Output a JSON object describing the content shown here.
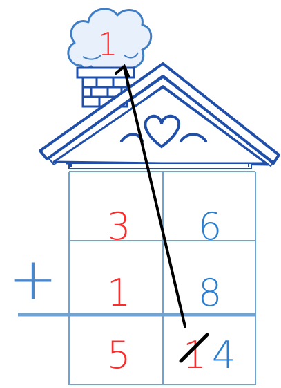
{
  "carry": "1",
  "tens_column": {
    "top": "3",
    "bottom": "1",
    "result": "5"
  },
  "ones_column": {
    "top": "6",
    "bottom": "8",
    "crossed_result": "1",
    "result": "4"
  },
  "operator": "+",
  "colors": {
    "outline_blue": "#1f4fa8",
    "grid_blue": "#6fa3d4",
    "tens_red": "#ff2a2a",
    "ones_blue": "#2b7fd1",
    "operator_blue": "#4a86c8",
    "arrow_black": "#000000",
    "cloud_fill": "#e8f1fb"
  },
  "icons": {
    "house": "house-icon",
    "chimney": "chimney-icon",
    "smoke_cloud": "cloud-icon",
    "roof_heart": "heart-icon"
  }
}
